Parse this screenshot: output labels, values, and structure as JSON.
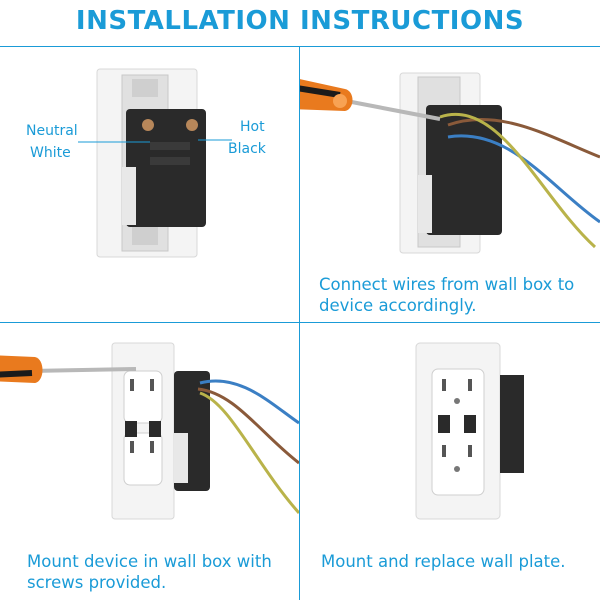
{
  "title": "INSTALLATION INSTRUCTIONS",
  "colors": {
    "accent": "#1a9bd7",
    "plate": "#f4f4f4",
    "device_body": "#2a2a2a",
    "wire_blue": "#3b7fc4",
    "wire_brown": "#8a5a3a",
    "wire_yellow_green": "#b9b34a",
    "screwdriver_handle": "#e97a1e"
  },
  "steps": [
    {
      "labels": {
        "neutral": "Neutral",
        "white": "White",
        "hot": "Hot",
        "black": "Black"
      }
    },
    {
      "caption_line1": "Connect wires from wall box to",
      "caption_line2": "device accordingly."
    },
    {
      "caption_line1": "Mount device in wall box with",
      "caption_line2": "screws provided."
    },
    {
      "caption_line1": "Mount and replace wall plate."
    }
  ],
  "icons": [
    "screwdriver-icon",
    "wall-plate-icon",
    "usb-outlet-icon"
  ]
}
